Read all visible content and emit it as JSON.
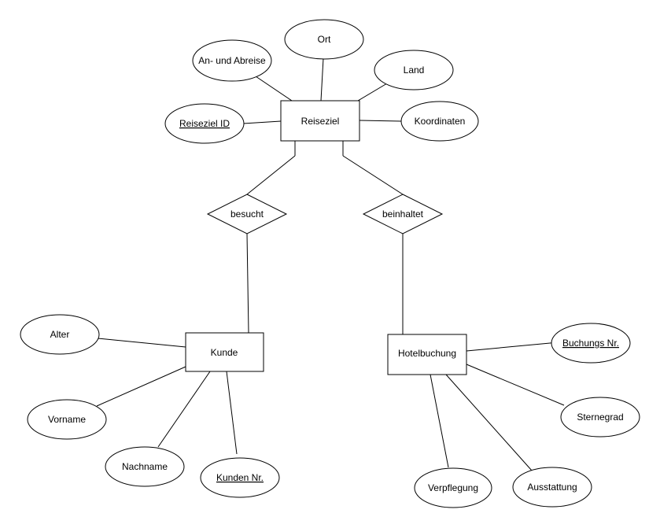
{
  "entities": {
    "reiseziel": "Reiseziel",
    "kunde": "Kunde",
    "hotelbuchung": "Hotelbuchung"
  },
  "relationships": {
    "besucht": "besucht",
    "beinhaltet": "beinhaltet"
  },
  "attributes": {
    "an_abreise": "An- und Abreise",
    "ort": "Ort",
    "land": "Land",
    "reiseziel_id": "Reiseziel ID",
    "koordinaten": "Koordinaten",
    "alter": "Alter",
    "vorname": "Vorname",
    "nachname": "Nachname",
    "kunden_nr": "Kunden Nr.",
    "buchungs_nr": "Buchungs Nr.",
    "sternegrad": "Sternegrad",
    "verpflegung": "Verpflegung",
    "ausstattung": "Ausstattung"
  }
}
